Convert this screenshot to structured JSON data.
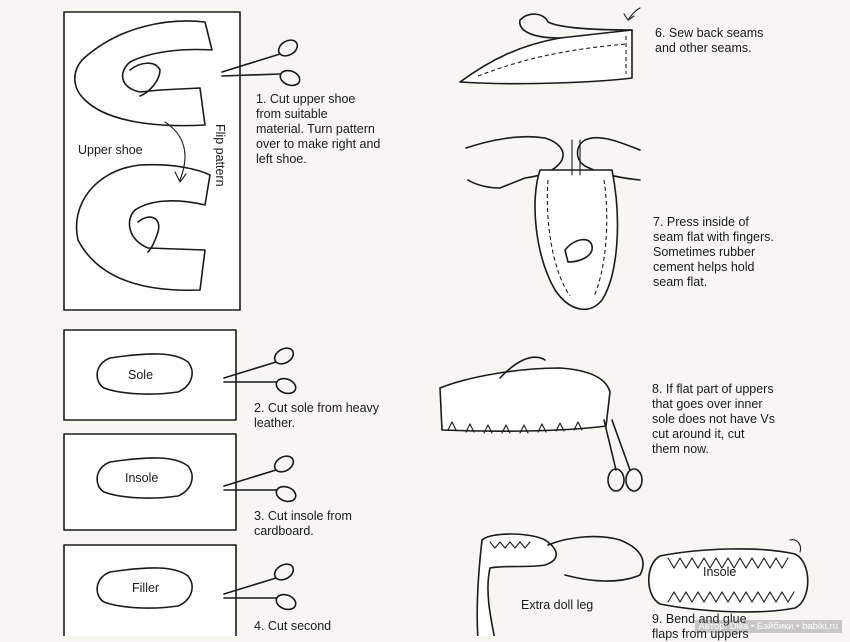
{
  "steps": {
    "s1": "1. Cut upper shoe\nfrom suitable\nmaterial. Turn pattern\nover to make right and\nleft shoe.",
    "s2": "2. Cut sole from heavy\nleather.",
    "s3": "3. Cut insole from\ncardboard.",
    "s4": "4. Cut second",
    "s6": "6. Sew back seams\nand other seams.",
    "s7": "7. Press inside of\nseam flat with fingers.\nSometimes rubber\ncement helps hold\nseam flat.",
    "s8": "8. If flat part of uppers\nthat goes over inner\nsole does not have Vs\ncut around it, cut\nthem now.",
    "s9": "9. Bend and glue\nflaps from uppers"
  },
  "labels": {
    "upper_shoe": "Upper shoe",
    "flip_pattern": "Flip pattern",
    "sole": "Sole",
    "insole": "Insole",
    "filler": "Filler",
    "extra_doll_leg": "Extra doll leg",
    "insole_right": "Insole"
  },
  "watermark": "Автор: Dilla • Бэйбики • babiki.ru"
}
